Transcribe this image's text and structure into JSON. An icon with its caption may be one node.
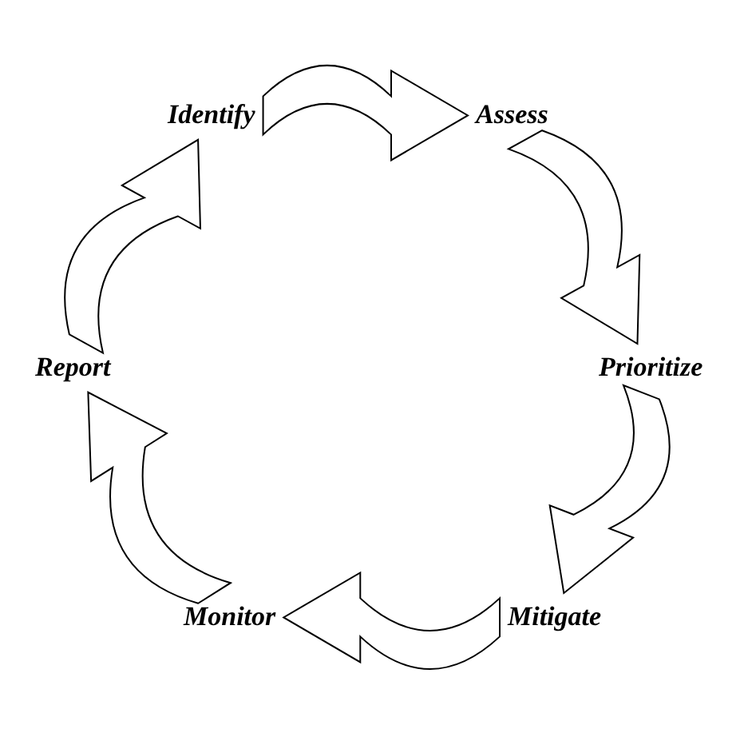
{
  "diagram": {
    "nodes": [
      {
        "text": [
          "Identify"
        ]
      },
      {
        "text": [
          "Assess"
        ]
      },
      {
        "text": [
          "Prioritize"
        ]
      },
      {
        "text": [
          "Mitigate"
        ]
      },
      {
        "text": [
          "Monitor"
        ]
      },
      {
        "text": [
          "Report"
        ]
      }
    ],
    "edges": [
      {
        "from": 0,
        "to": 1,
        "arrow": "to"
      },
      {
        "from": 1,
        "to": 2,
        "arrow": "to"
      },
      {
        "from": 2,
        "to": 3,
        "arrow": "to"
      },
      {
        "from": 3,
        "to": 4,
        "arrow": "to"
      },
      {
        "from": 4,
        "to": 5,
        "arrow": "to"
      },
      {
        "from": 5,
        "to": 0,
        "arrow": "to"
      }
    ]
  }
}
